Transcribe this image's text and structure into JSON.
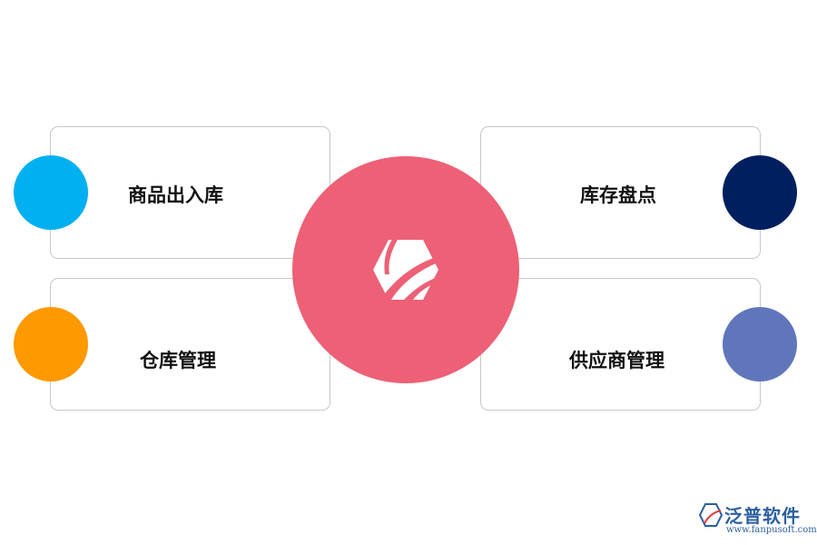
{
  "diagram": {
    "center": {
      "icon": "fanpu-logo-icon",
      "color": "#ed6075"
    },
    "nodes": [
      {
        "label": "商品出入库",
        "color": "#00b0f0"
      },
      {
        "label": "仓库管理",
        "color": "#ff9900"
      },
      {
        "label": "库存盘点",
        "color": "#001f5f"
      },
      {
        "label": "供应商管理",
        "color": "#6076ba"
      }
    ]
  },
  "watermark": {
    "name": "泛普软件",
    "url": "www.fanpusoft.com",
    "color": "#2b5f9e",
    "icon": "fanpu-logo-icon"
  }
}
